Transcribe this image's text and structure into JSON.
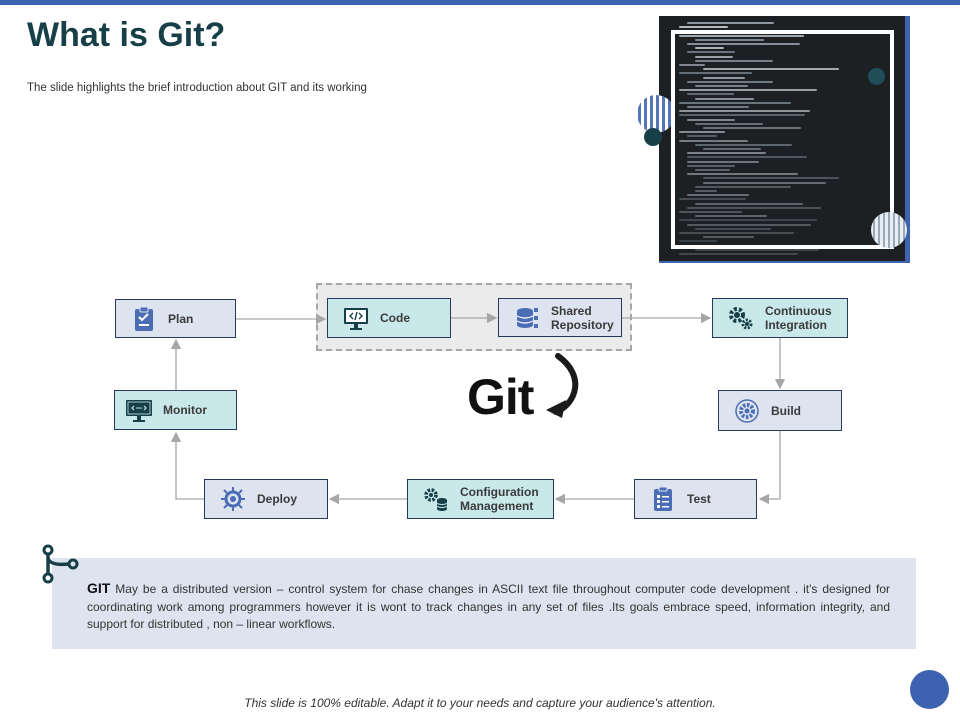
{
  "slide": {
    "title": "What is Git?",
    "subtitle": "The slide highlights the brief introduction about GIT and its working",
    "footer": "This slide is 100% editable. Adapt it to your needs and capture your audience's attention."
  },
  "diagram": {
    "center_label": "Git",
    "nodes": {
      "plan": "Plan",
      "code": "Code",
      "shared_repository": "Shared Repository",
      "continuous_integration": "Continuous Integration",
      "build": "Build",
      "test": "Test",
      "configuration_management": "Configuration Management",
      "deploy": "Deploy",
      "monitor": "Monitor"
    }
  },
  "description": {
    "lead": "GIT",
    "text": "May be a distributed version  – control system for chase changes in ASCII text file throughout computer code development  . it's designed for coordinating work among programmers however  it is wont to track changes in any set of files .Its goals embrace speed, information integrity, and support for distributed , non – linear workflows."
  },
  "colors": {
    "accent": "#3d63b0",
    "title": "#163f48",
    "node_light": "#dde3ef",
    "node_teal": "#c9e8ea",
    "node_border": "#27385a",
    "arrow": "#a6a6a6"
  }
}
